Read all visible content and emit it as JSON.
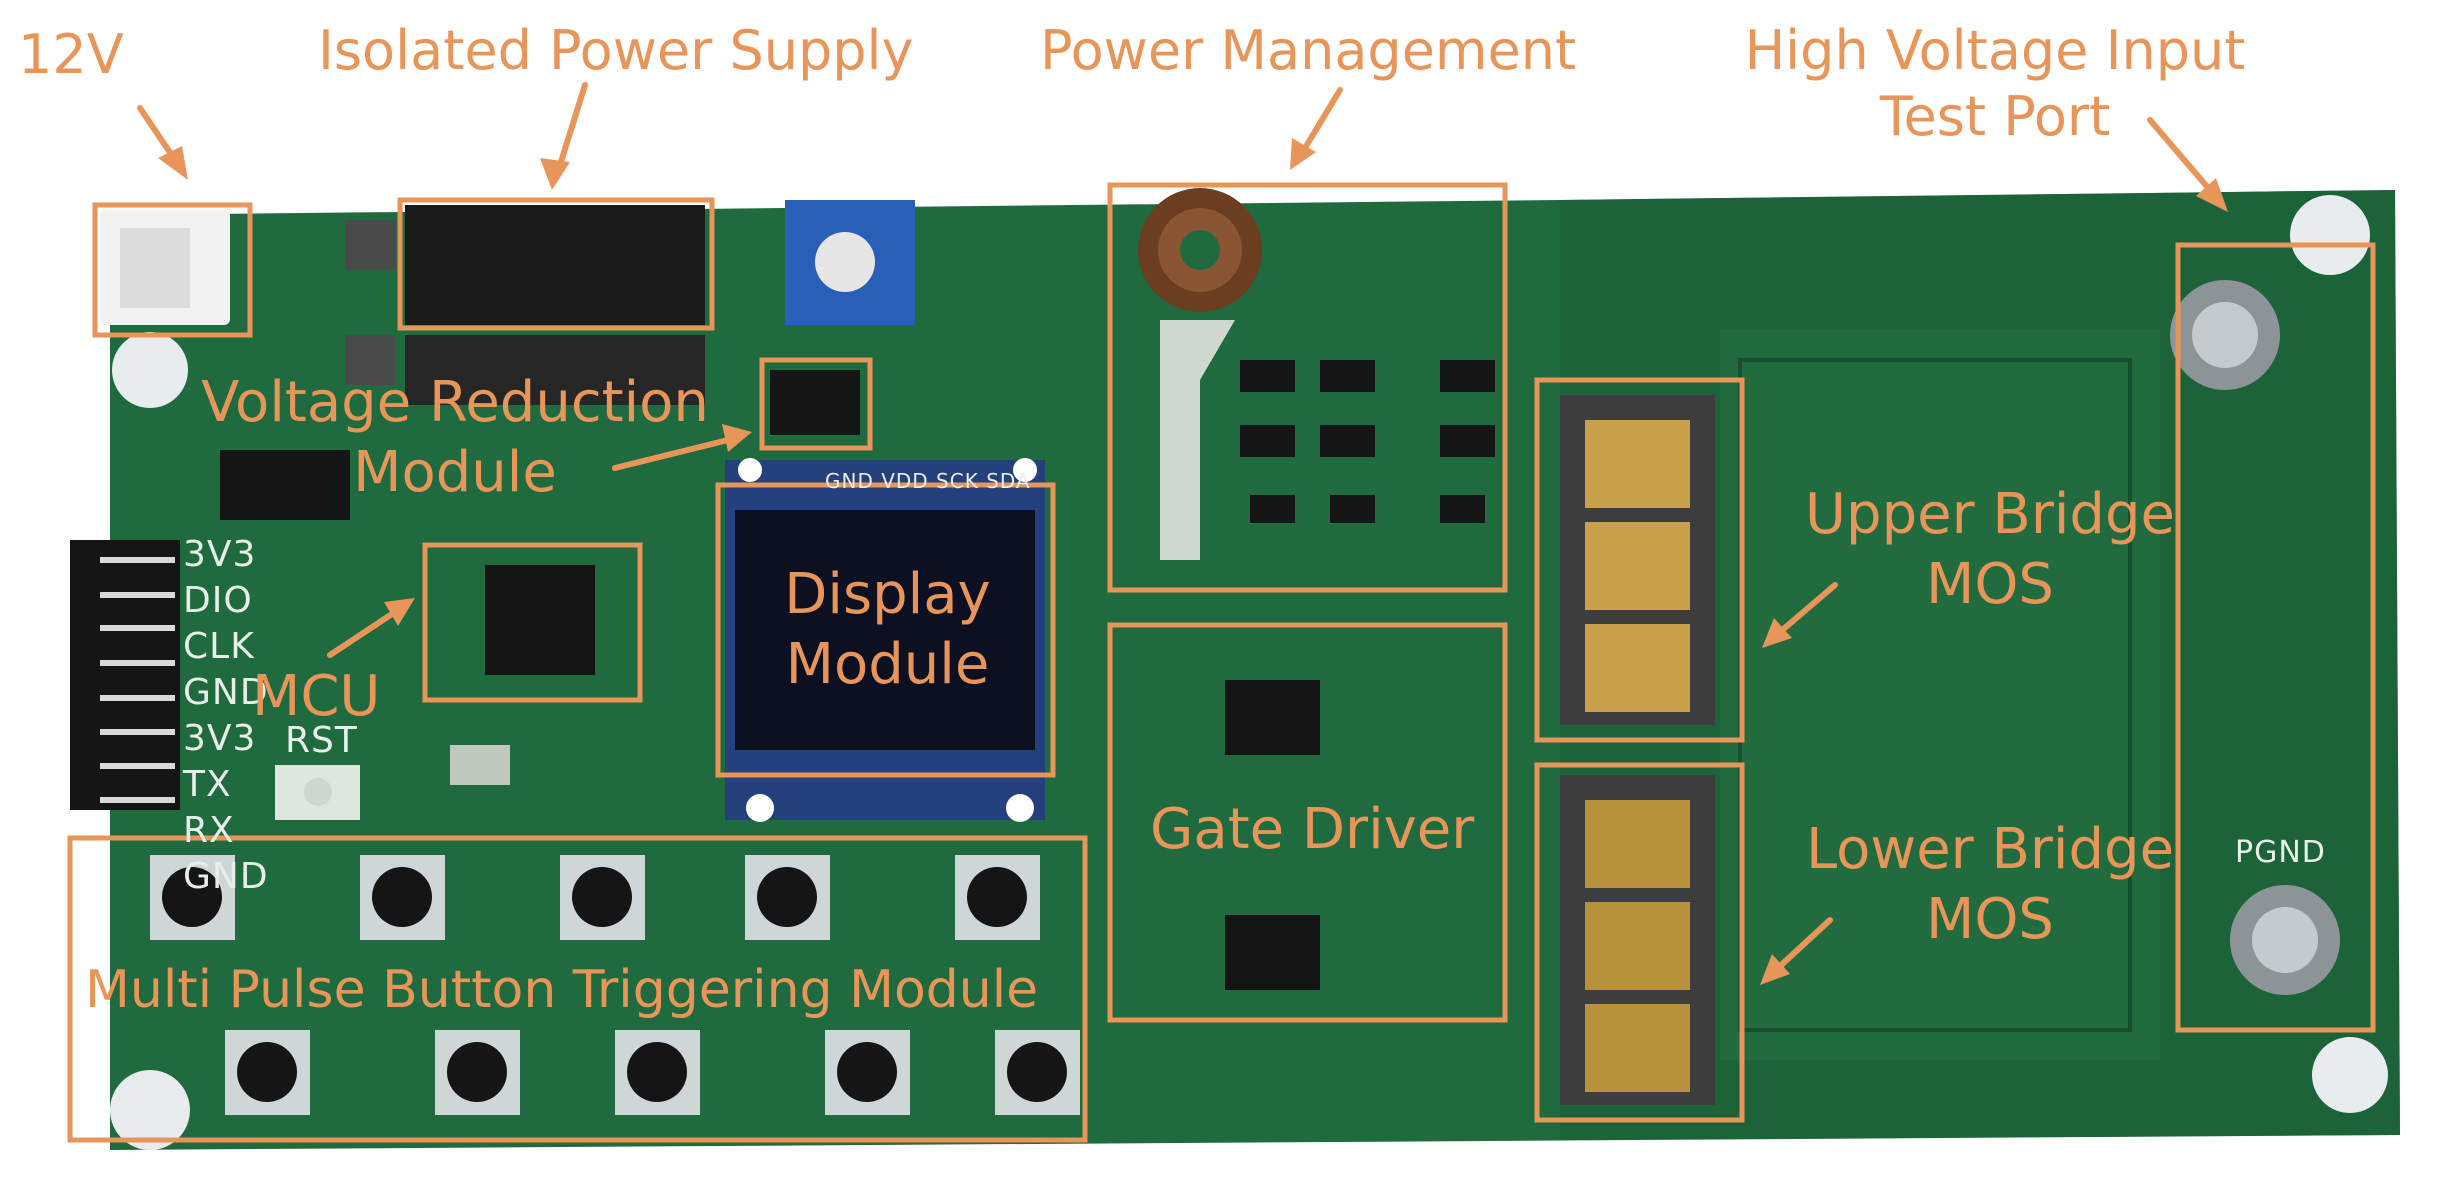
{
  "colors": {
    "annotation": "#e8955a",
    "board_green": "#1f6a3e",
    "board_dark": "#0f4a28",
    "silkscreen": "#e8efe8",
    "oled_blue": "#24417e",
    "background": "#ffffff"
  },
  "labels": {
    "v12": "12V",
    "isolated_power": "Isolated Power Supply",
    "power_management": "Power Management",
    "hv_input_line1": "High Voltage Input",
    "hv_input_line2": "Test Port",
    "voltage_reduction_line1": "Voltage Reduction",
    "voltage_reduction_line2": "Module",
    "mcu": "MCU",
    "display_line1": "Display",
    "display_line2": "Module",
    "gate_driver": "Gate Driver",
    "upper_bridge_line1": "Upper Bridge",
    "upper_bridge_line2": "MOS",
    "lower_bridge_line1": "Lower Bridge",
    "lower_bridge_line2": "MOS",
    "multi_pulse": "Multi Pulse Button Triggering Module"
  },
  "silkscreen": {
    "header_pins": [
      "3V3",
      "DIO",
      "CLK",
      "GND",
      "3V3",
      "TX",
      "RX",
      "GND"
    ],
    "rst": "RST",
    "oled_pins": "GND VDD SCK SDA",
    "pgnd": "PGND"
  }
}
